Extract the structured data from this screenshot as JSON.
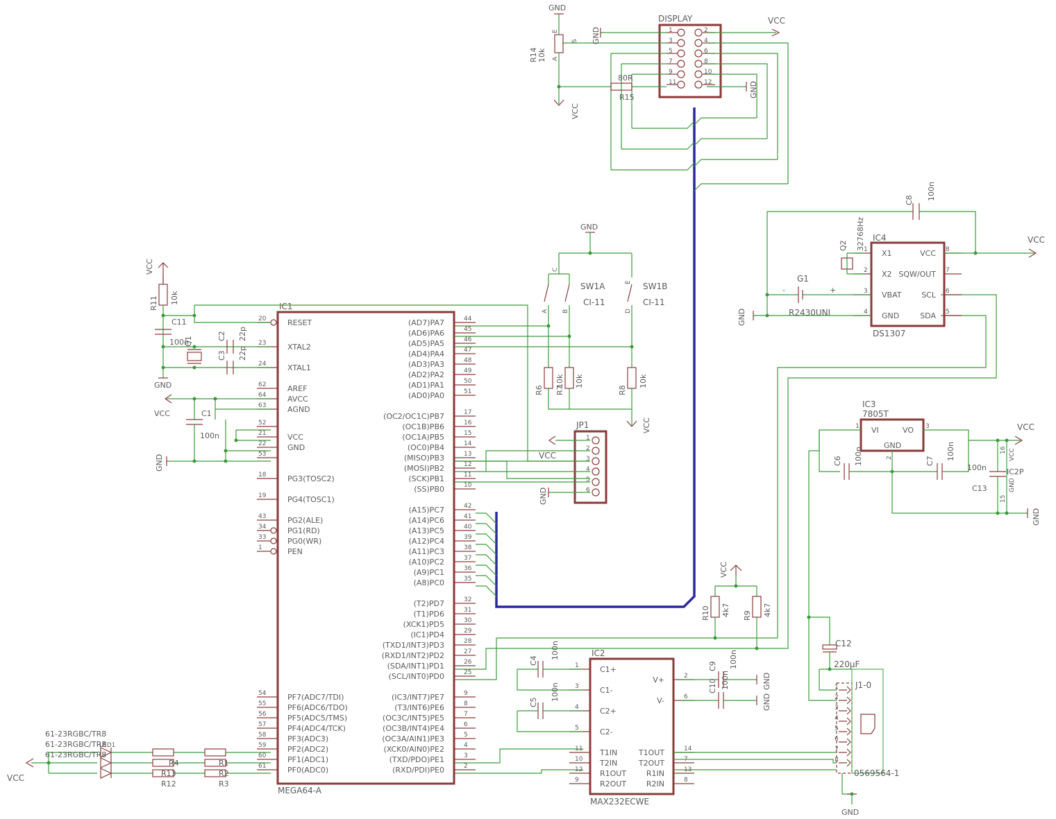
{
  "ic1": {
    "ref": "IC1",
    "value": "MEGA64-A",
    "left_pins": [
      {
        "num": "20",
        "name": "RESET"
      },
      {
        "num": "23",
        "name": "XTAL2"
      },
      {
        "num": "24",
        "name": "XTAL1"
      },
      {
        "num": "62",
        "name": "AREF"
      },
      {
        "num": "64",
        "name": "AVCC"
      },
      {
        "num": "63",
        "name": "AGND"
      },
      {
        "num": "52",
        "name": ""
      },
      {
        "num": "21",
        "name": "VCC"
      },
      {
        "num": "22",
        "name": "GND"
      },
      {
        "num": "53",
        "name": ""
      },
      {
        "num": "18",
        "name": "PG3(TOSC2)"
      },
      {
        "num": "19",
        "name": "PG4(TOSC1)"
      },
      {
        "num": "43",
        "name": "PG2(ALE)"
      },
      {
        "num": "34",
        "name": "PG1(RD)"
      },
      {
        "num": "33",
        "name": "PG0(WR)"
      },
      {
        "num": "1",
        "name": "PEN"
      },
      {
        "num": "54",
        "name": "PF7(ADC7/TDI)"
      },
      {
        "num": "55",
        "name": "PF6(ADC6/TDO)"
      },
      {
        "num": "56",
        "name": "PF5(ADC5/TMS)"
      },
      {
        "num": "57",
        "name": "PF4(ADC4/TCK)"
      },
      {
        "num": "58",
        "name": "PF3(ADC3)"
      },
      {
        "num": "59",
        "name": "PF2(ADC2)"
      },
      {
        "num": "60",
        "name": "PF1(ADC1)"
      },
      {
        "num": "61",
        "name": "PF0(ADC0)"
      }
    ],
    "right_pins": [
      {
        "num": "44",
        "name": "(AD7)PA7"
      },
      {
        "num": "45",
        "name": "(AD6)PA6"
      },
      {
        "num": "46",
        "name": "(AD5)PA5"
      },
      {
        "num": "47",
        "name": "(AD4)PA4"
      },
      {
        "num": "48",
        "name": "(AD3)PA3"
      },
      {
        "num": "49",
        "name": "(AD2)PA2"
      },
      {
        "num": "50",
        "name": "(AD1)PA1"
      },
      {
        "num": "51",
        "name": "(AD0)PA0"
      },
      {
        "num": "17",
        "name": "(OC2/OC1C)PB7"
      },
      {
        "num": "16",
        "name": "(OC1B)PB6"
      },
      {
        "num": "15",
        "name": "(OC1A)PB5"
      },
      {
        "num": "14",
        "name": "(OC0)PB4"
      },
      {
        "num": "13",
        "name": "(MISO)PB3"
      },
      {
        "num": "12",
        "name": "(MOSI)PB2"
      },
      {
        "num": "11",
        "name": "(SCK)PB1"
      },
      {
        "num": "10",
        "name": "(SS)PB0"
      },
      {
        "num": "42",
        "name": "(A15)PC7"
      },
      {
        "num": "41",
        "name": "(A14)PC6"
      },
      {
        "num": "40",
        "name": "(A13)PC5"
      },
      {
        "num": "39",
        "name": "(A12)PC4"
      },
      {
        "num": "38",
        "name": "(A11)PC3"
      },
      {
        "num": "37",
        "name": "(A10)PC2"
      },
      {
        "num": "36",
        "name": "(A9)PC1"
      },
      {
        "num": "35",
        "name": "(A8)PC0"
      },
      {
        "num": "32",
        "name": "(T2)PD7"
      },
      {
        "num": "31",
        "name": "(T1)PD6"
      },
      {
        "num": "30",
        "name": "(XCK1)PD5"
      },
      {
        "num": "29",
        "name": "(IC1)PD4"
      },
      {
        "num": "28",
        "name": "(TXD1/INT3)PD3"
      },
      {
        "num": "27",
        "name": "(RXD1/INT2)PD2"
      },
      {
        "num": "26",
        "name": "(SDA/INT1)PD1"
      },
      {
        "num": "25",
        "name": "(SCL/INT0)PD0"
      },
      {
        "num": "9",
        "name": "(IC3/INT7)PE7"
      },
      {
        "num": "8",
        "name": "(T3/INT6)PE6"
      },
      {
        "num": "7",
        "name": "(OC3C/INT5)PE5"
      },
      {
        "num": "6",
        "name": "(OC3B/INT4)PE4"
      },
      {
        "num": "5",
        "name": "(OC3A/AIN1)PE3"
      },
      {
        "num": "4",
        "name": "(XCK0/AIN0)PE2"
      },
      {
        "num": "3",
        "name": "(TXD/PDO)PE1"
      },
      {
        "num": "2",
        "name": "(RXD/PDI)PE0"
      }
    ]
  },
  "ic2": {
    "ref": "IC2",
    "value": "MAX232ECWE",
    "left_pins": [
      {
        "num": "1",
        "name": "C1+"
      },
      {
        "num": "3",
        "name": "C1-"
      },
      {
        "num": "4",
        "name": "C2+"
      },
      {
        "num": "5",
        "name": "C2-"
      },
      {
        "num": "11",
        "name": "T1IN"
      },
      {
        "num": "10",
        "name": "T2IN"
      },
      {
        "num": "12",
        "name": "R1OUT"
      },
      {
        "num": "9",
        "name": "R2OUT"
      }
    ],
    "right_pins": [
      {
        "num": "2",
        "name": "V+"
      },
      {
        "num": "6",
        "name": "V-"
      },
      {
        "num": "14",
        "name": "T1OUT"
      },
      {
        "num": "7",
        "name": "T2OUT"
      },
      {
        "num": "13",
        "name": "R1IN"
      },
      {
        "num": "8",
        "name": "R2IN"
      }
    ]
  },
  "ic3": {
    "ref": "IC3",
    "value": "7805T",
    "pins": [
      {
        "num": "1",
        "name": "VI"
      },
      {
        "num": "3",
        "name": "VO"
      },
      {
        "num": "2",
        "name": "GND"
      }
    ]
  },
  "ic4": {
    "ref": "IC4",
    "value": "DS1307",
    "left_pins": [
      {
        "num": "1",
        "name": "X1"
      },
      {
        "num": "2",
        "name": "X2"
      },
      {
        "num": "3",
        "name": "VBAT"
      },
      {
        "num": "4",
        "name": "GND"
      }
    ],
    "right_pins": [
      {
        "num": "8",
        "name": "VCC"
      },
      {
        "num": "7",
        "name": "SQW/OUT"
      },
      {
        "num": "6",
        "name": "SCL"
      },
      {
        "num": "5",
        "name": "SDA"
      }
    ]
  },
  "ic2p": {
    "ref": "IC2P",
    "pin16": "16",
    "pin15": "15",
    "vcc": "VCC",
    "gnd": "GND"
  },
  "display": {
    "label": "DISPLAY",
    "pins": [
      "1",
      "2",
      "3",
      "4",
      "5",
      "6",
      "7",
      "8",
      "9",
      "10",
      "11",
      "12"
    ]
  },
  "jp1": {
    "ref": "JP1",
    "pins": [
      "1",
      "2",
      "3",
      "4",
      "5",
      "6"
    ]
  },
  "j1": {
    "ref": "J1-0",
    "value": "0569564-1",
    "pins": [
      "1",
      "2",
      "3",
      "4",
      "5",
      "6",
      "7",
      "8"
    ]
  },
  "parts": {
    "r14_ref": "R14",
    "r14_val": "10k",
    "r14_pin_e": "E",
    "r14_pin_s": "S",
    "r14_pin_a": "A",
    "r15_ref": "R15",
    "r15_val": "80R",
    "r11_ref": "R11",
    "r11_val": "10k",
    "c11_ref": "C11",
    "c11_val": "100n",
    "q1_ref": "Q1",
    "c2_ref": "C2",
    "c2_val": "22p",
    "c3_ref": "C3",
    "c3_val": "22p",
    "c1_ref": "C1",
    "c1_val": "100n",
    "sw1a_ref": "SW1A",
    "sw1a_val": "CI-11",
    "sw1b_ref": "SW1B",
    "sw1b_val": "CI-11",
    "sw_c": "C",
    "sw_a": "A",
    "sw_b": "B",
    "sw_e": "E",
    "sw_d": "D",
    "r6_ref": "R6",
    "r6_val": "10k",
    "r7_ref": "R7",
    "r7_val": "10k",
    "r8_ref": "R8",
    "r8_val": "10k",
    "c8_ref": "C8",
    "c8_val": "100n",
    "q2_ref": "Q2",
    "q2_val": "32768Hz",
    "g1_ref": "G1",
    "g1_val": "R2430UNI",
    "g1_minus": "-",
    "g1_plus": "+",
    "c6_ref": "C6",
    "c6_val": "100n",
    "c7_ref": "C7",
    "c7_val": "100n",
    "c13_ref": "C13",
    "c13_val": "100n",
    "r10_ref": "R10",
    "r10_val": "4k7",
    "r9_ref": "R9",
    "r9_val": "4k7",
    "c4_ref": "C4",
    "c4_val": "100n",
    "c5_ref": "C5",
    "c5_val": "100n",
    "c9_ref": "C9",
    "c9_val": "100n",
    "c10_ref": "C10",
    "c10_val": "100n",
    "c12_ref": "C12",
    "c12_val": "220µF",
    "led1": "61-23RGBC/TR8",
    "led2": "61-23RGBC/TR8",
    "led3": "61-23RGBC/TR8",
    "led_ref": "LED1",
    "r1": "R1",
    "r2": "R2",
    "r3": "R3",
    "r4": "R4",
    "r12": "R12",
    "r13": "R13"
  },
  "supply": {
    "vcc": "VCC",
    "gnd": "GND"
  },
  "colors": {
    "wire": "#3a9b3a",
    "part": "#8a3a3a",
    "bus": "#2a2a9a",
    "text": "#5a5a5a"
  }
}
